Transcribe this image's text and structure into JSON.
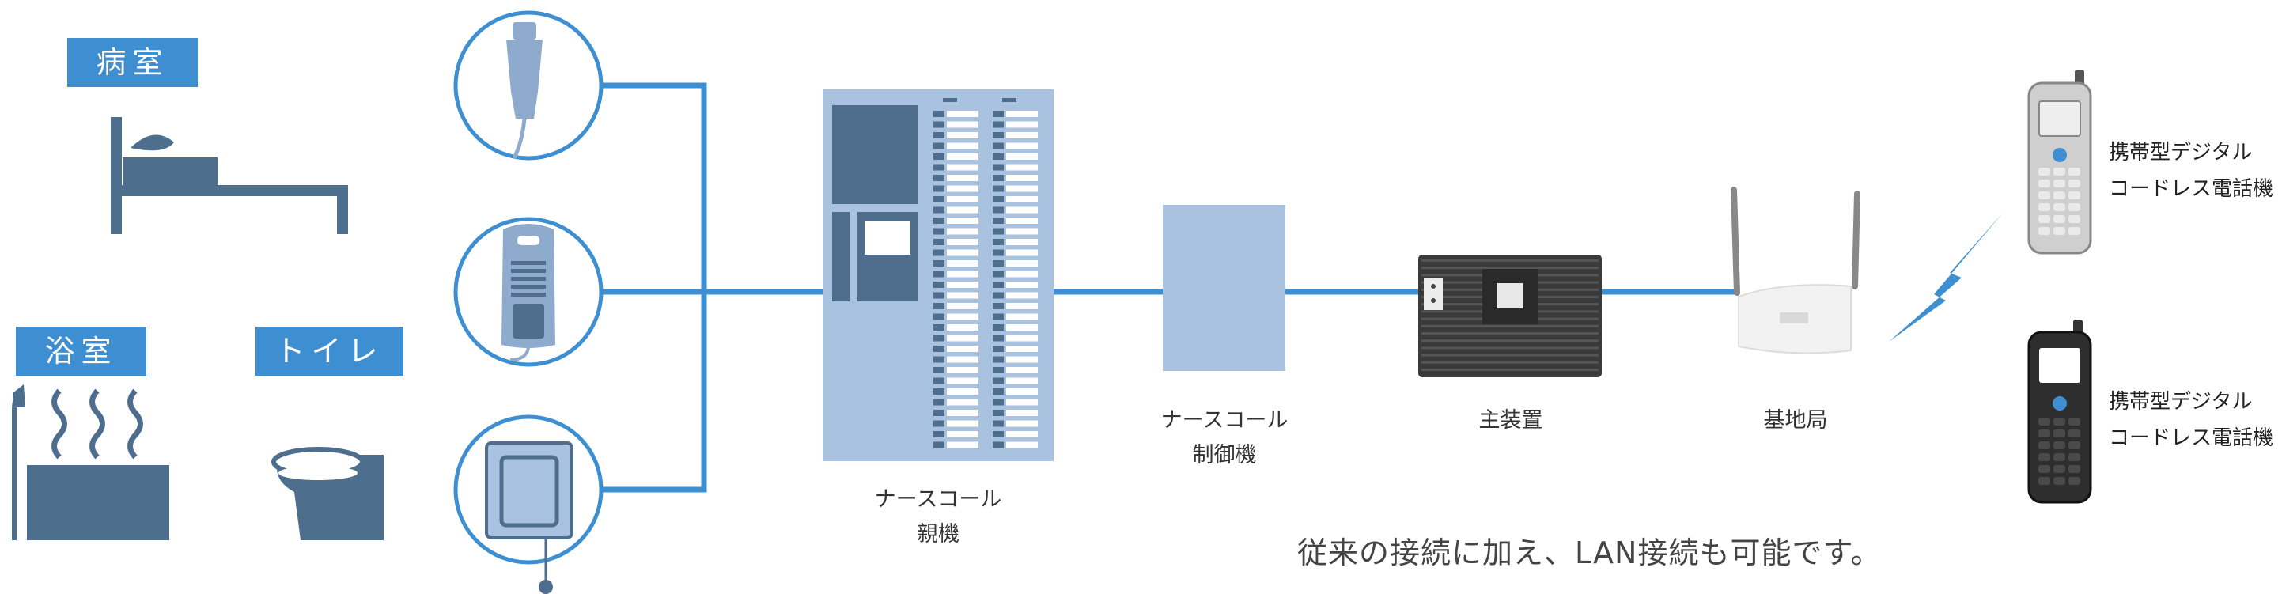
{
  "rooms": {
    "patient_room": "病室",
    "bathroom": "浴室",
    "toilet": "トイレ"
  },
  "devices": {
    "master_unit": [
      "ナースコール",
      "親機"
    ],
    "controller": [
      "ナースコール",
      "制御機"
    ],
    "main_unit": "主装置",
    "base_station": "基地局",
    "phone_silver": [
      "携帯型デジタル",
      "コードレス電話機"
    ],
    "phone_black": [
      "携帯型デジタル",
      "コードレス電話機"
    ]
  },
  "note": "従来の接続に加え、LAN接続も可能です。",
  "colors": {
    "line_blue": "#3d8fd1",
    "room_icon": "#4e6e8e",
    "panel_light": "#a9c2e0",
    "panel_dark": "#4f6d8c"
  }
}
